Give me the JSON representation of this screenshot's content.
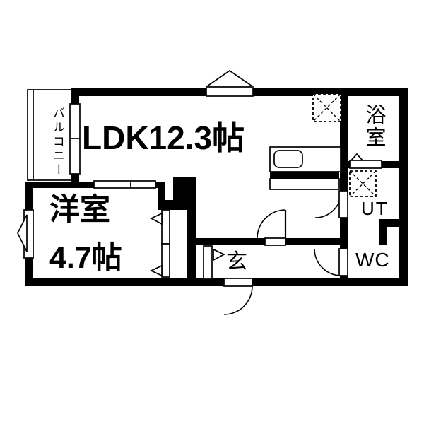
{
  "document": {
    "type": "floor-plan"
  },
  "colors": {
    "wall": "#000000",
    "line": "#000000",
    "text": "#000000",
    "background": "#ffffff"
  },
  "rooms": {
    "ldk": {
      "label": "LDK12.3帖",
      "size_jo": "12.3"
    },
    "western_room": {
      "label_line1": "洋室",
      "label_line2": "4.7帖",
      "size_jo": "4.7"
    },
    "bathroom": {
      "label": "浴室"
    },
    "utility": {
      "label": "UT"
    },
    "toilet": {
      "label": "WC"
    },
    "entrance": {
      "label": "玄"
    },
    "balcony": {
      "label": "バルコニー"
    }
  },
  "fixtures": {
    "kitchen_sink": "rounded-rect-in-counter",
    "refrigerator_space": "dashed-box-with-x",
    "washer_space": "dashed-box-with-x",
    "doors": "quarter-circle-swing-arcs",
    "windows": "white-bars-in-walls-with-open-triangles",
    "sliding_closet_doors": "panel-bars-with-chevron-arrows"
  }
}
